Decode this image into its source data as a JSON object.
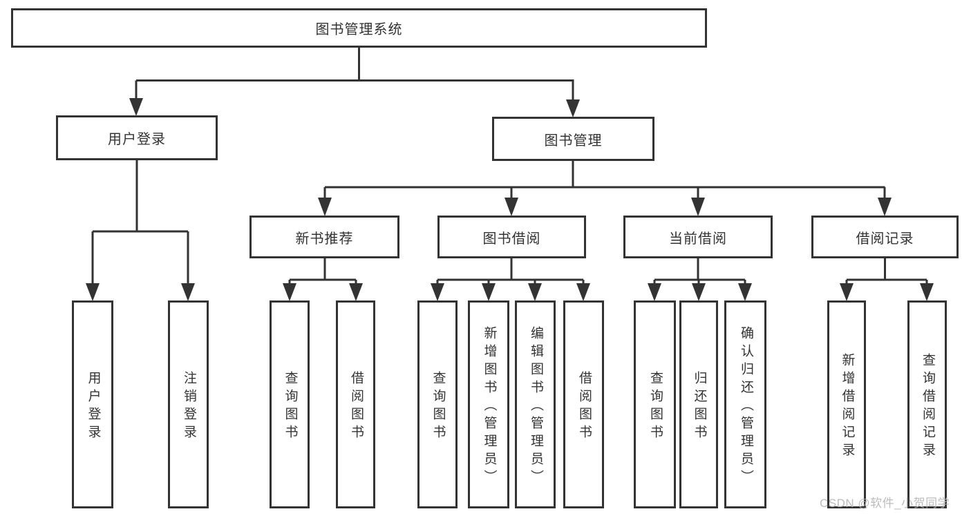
{
  "diagram_title": "图书管理系统",
  "colors": {
    "line": "#333333",
    "box_border": "#333333",
    "text": "#333333",
    "watermark": "#b5b5b5",
    "background": "#ffffff"
  },
  "nodes": {
    "root": {
      "label": "图书管理系统"
    },
    "level2": [
      {
        "label": "用户登录"
      },
      {
        "label": "图书管理"
      }
    ],
    "level3": [
      {
        "label": "新书推荐"
      },
      {
        "label": "图书借阅"
      },
      {
        "label": "当前借阅"
      },
      {
        "label": "借阅记录"
      }
    ],
    "leaves": {
      "user_login": [
        {
          "label": "用户登录"
        },
        {
          "label": "注销登录"
        }
      ],
      "new_book": [
        {
          "label": "查询图书"
        },
        {
          "label": "借阅图书"
        }
      ],
      "book_borrowing": [
        {
          "label": "查询图书"
        },
        {
          "label": "新增图书（管理员）"
        },
        {
          "label": "编辑图书（管理员）"
        },
        {
          "label": "借阅图书"
        }
      ],
      "current_borrowing": [
        {
          "label": "查询图书"
        },
        {
          "label": "归还图书"
        },
        {
          "label": "确认归还（管理员）"
        }
      ],
      "borrowing_records": [
        {
          "label": "新增借阅记录"
        },
        {
          "label": "查询借阅记录"
        }
      ]
    }
  },
  "watermark": "CSDN @软件_小贺同学"
}
